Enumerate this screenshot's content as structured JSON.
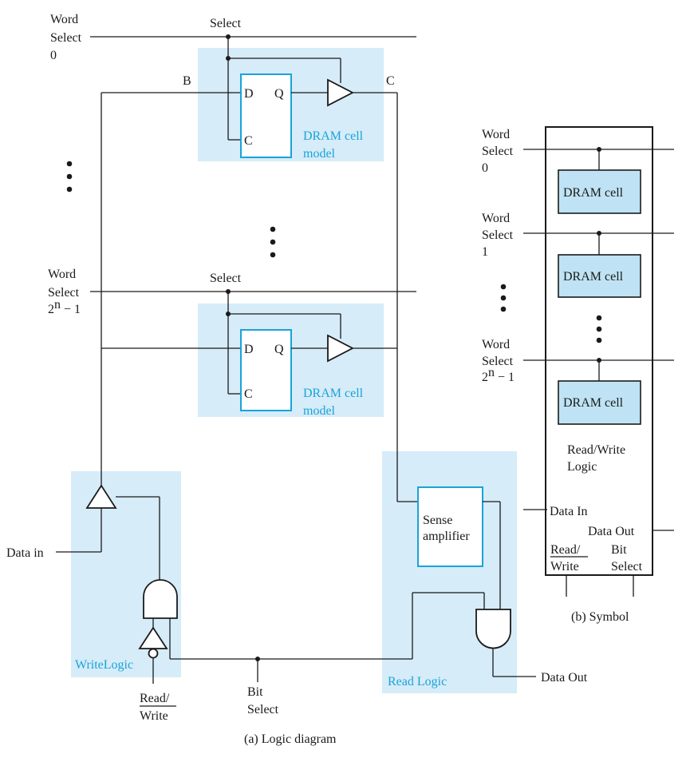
{
  "logic": {
    "word_select": "Word",
    "word_select_2": "Select",
    "index_0": "0",
    "index_last_base": "2",
    "index_last_exp": "n",
    "index_last_tail": " − 1",
    "select_top": "Select",
    "select_bottom": "Select",
    "node_b": "B",
    "node_c": "C",
    "ff_d": "D",
    "ff_q": "Q",
    "ff_c": "C",
    "cell_model_1": "DRAM cell",
    "cell_model_2": "model",
    "sense_1": "Sense",
    "sense_2": "amplifier",
    "data_in": "Data in",
    "write_logic": "WriteLogic",
    "read_write_1": "Read/",
    "read_write_2": "Write",
    "bit_select_1": "Bit",
    "bit_select_2": "Select",
    "read_logic": "Read Logic",
    "data_out": "Data Out",
    "caption": "(a) Logic diagram"
  },
  "symbol": {
    "word": "Word",
    "select": "Select",
    "index_0": "0",
    "index_1": "1",
    "index_last_base": "2",
    "index_last_exp": "n",
    "index_last_tail": " − 1",
    "cell_label": "DRAM cell",
    "rw_logic_1": "Read/Write",
    "rw_logic_2": "Logic",
    "data_in": "Data In",
    "data_out": "Data Out",
    "read_1": "Read/",
    "write_2": "Write",
    "bit_1": "Bit",
    "bit_2": "Select",
    "caption": "(b) Symbol"
  },
  "colors": {
    "shade": "#d6ecf8",
    "accent": "#1aa3d9",
    "cell_fill": "#bfe3f4",
    "wire": "#1a1a1a"
  }
}
